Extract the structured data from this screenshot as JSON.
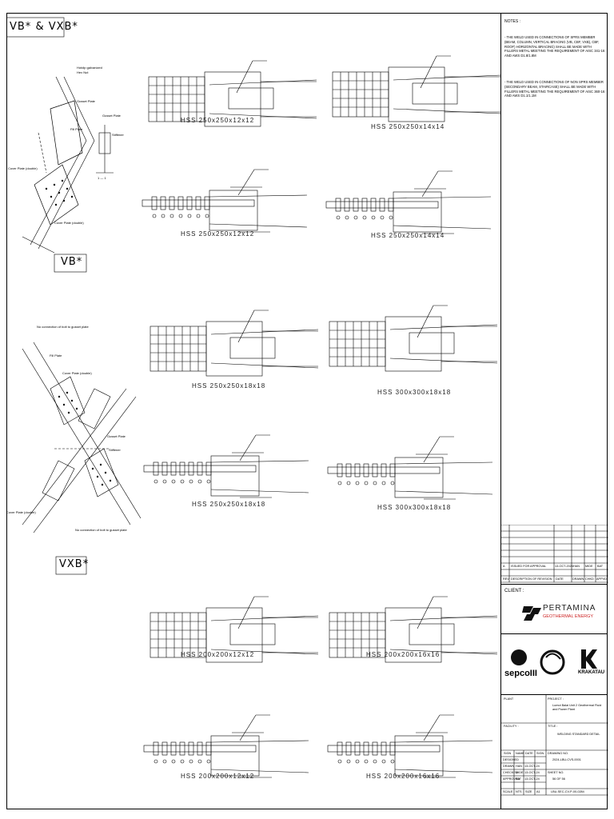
{
  "drawing": {
    "main_title": "VB* & VXB*",
    "vb_label": "VB*",
    "vxb_label": "VXB*",
    "vb_callouts": [
      "Hotdip galvanized",
      "Hex Nut",
      "Gusset Plate",
      "Stiffener",
      "Cover Plate (double)",
      "Fill Plate",
      "Gusset Plate",
      "Cover Plate (double)",
      "1 — 1"
    ],
    "vxb_callouts": [
      "No connection of bolt to gusset plate",
      "Fill Plate",
      "Cover Plate (double)",
      "Gusset Plate",
      "Stiffener",
      "Cover Plate (double)",
      "No connection of bolt to gusset plate"
    ]
  },
  "details": [
    {
      "label": "HSS 250x250x12x12"
    },
    {
      "label": "HSS 250x250x14x14"
    },
    {
      "label": "HSS 250x250x12x12"
    },
    {
      "label": "HSS 250x250x14x14"
    },
    {
      "label": "HSS 250x250x18x18"
    },
    {
      "label": "HSS 300x300x18x18"
    },
    {
      "label": "HSS 250x250x18x18"
    },
    {
      "label": "HSS 300x300x18x18"
    },
    {
      "label": "HSS 200x200x12x12"
    },
    {
      "label": "HSS 200x200x16x16"
    },
    {
      "label": "HSS 200x200x12x12"
    },
    {
      "label": "HSS 200x200x16x16"
    }
  ],
  "notes": {
    "heading": "NOTES :",
    "items": [
      "- THE WELD USED IN CONNECTIONS OF SPRS MEMBER (BEAM, COLUMN, VERTICAL BRACING (VB, CBF, VXB), CBF, ROOF) HORIZONTAL BRACING) SHALL BE MADE WITH FILLERS METAL MEETING THE REQUIREMENT OF AISC 341-16 AND AWS D1.8/1.8M",
      "- THE WELD USED IN CONNECTIONS OF NON SPRS MEMBER (SECONDARY BEAM, STAIRCASE) SHALL BE MADE WITH FILLERS METAL MEETING THE REQUIREMENT OF AISC 360-16 AND AWS D1.1/1.1M"
    ]
  },
  "revision_table": {
    "rows": [
      {
        "rev": "A",
        "desc": "ISSUED FOR APPROVAL",
        "date": "13-OCT-2024",
        "drawn": "HAN",
        "chkd": "MIDE",
        "appd": "BAT"
      }
    ],
    "header": {
      "rev": "REV",
      "desc": "DESCRIPTION OF REVISION",
      "date": "DATE",
      "drawn": "DRAWN",
      "chkd": "CHKD",
      "appd": "APPVD"
    }
  },
  "client": {
    "label": "CLIENT :",
    "name": "PERTAMINA",
    "sub": "GEOTHERMAL ENERGY"
  },
  "contractors": {
    "sepco": "sepcoIII",
    "krakatau": "KRAKATAU"
  },
  "title_block": {
    "plant_label": "PLANT",
    "project_label": "PROJECT :",
    "project_value": "Lumut Balai Unit 2 Geothermal Fluid and Power Plant",
    "facility_label": "FACILITY :",
    "title_label": "TITLE :",
    "title_value": "WELDING STANDARD DETAIL",
    "sign_header": [
      "SIGN",
      "NAME",
      "DATE",
      "SIGN"
    ],
    "sign_rows": [
      [
        "DESIGNED",
        "",
        "",
        ""
      ],
      [
        "DRAWN",
        "HAN",
        "13-OCT-24",
        ""
      ],
      [
        "CHECKED",
        "MIDE",
        "13-OCT-24",
        ""
      ],
      [
        "APPROVED",
        "BAT",
        "13-OCT-24",
        ""
      ]
    ],
    "scale_label": "SCALE",
    "scale_value": "NTS",
    "size_label": "SIZE",
    "size_value": "A1",
    "drawing_no_label": "DRAWING NO.",
    "drawing_no_value": "2024-LBU-CVS-0001",
    "sheet_label": "SHEET NO.",
    "sheet_value": "56 OF 56",
    "footer": "LBU-SEC-CV-P-00-0284"
  }
}
